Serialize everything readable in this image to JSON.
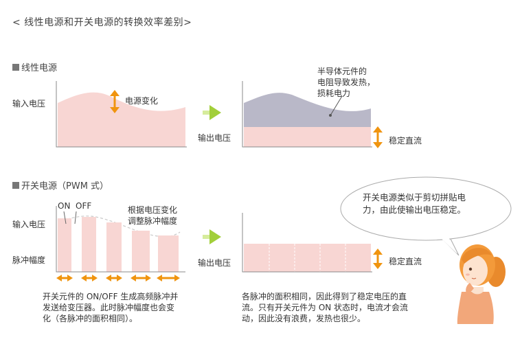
{
  "title": "< 线性电源和开关电源的转换效率差别>",
  "colors": {
    "pink": "#f8d6d3",
    "gray": "#b9b8c8",
    "arrow_orange": "#f0940f",
    "green": "#a2cf3a",
    "axis": "#888888"
  },
  "linear": {
    "heading": "线性电源",
    "input_label": "输入电压",
    "change_label": "电源变化",
    "output_label": "输出电压",
    "loss_note": [
      "半导体元件的",
      "电阻导致发热，",
      "损耗电力"
    ],
    "stable_label": "稳定直流"
  },
  "pwm": {
    "heading": "开关电源（PWM 式）",
    "on_label": "ON",
    "off_label": "OFF",
    "input_label": "输入电压",
    "change_note": [
      "根据电压变化",
      "调整脉冲幅度"
    ],
    "width_label": "脉冲幅度",
    "output_label": "输出电压",
    "stable_label": "稳定直流",
    "desc_left": [
      "开关元件的 ON/OFF 生成高频脉冲并",
      "发送给变压器。此时脉冲幅度也会变",
      "化（各脉冲的面积相同）。"
    ],
    "desc_right": [
      "各脉冲的面积相同，因此得到了稳定电压的直",
      "流。只有开关元件为 ON 状态时，电流才会流",
      "动，因此没有浪费，发热也很少。"
    ]
  },
  "bubble": {
    "lines": [
      "开关电源类似于剪切拼贴电",
      "力，由此使输出电压稳定。"
    ]
  },
  "icons": [
    "square-bullet-icon",
    "double-arrow-icon",
    "green-arrow-icon",
    "speech-bubble",
    "girl-illustration"
  ]
}
